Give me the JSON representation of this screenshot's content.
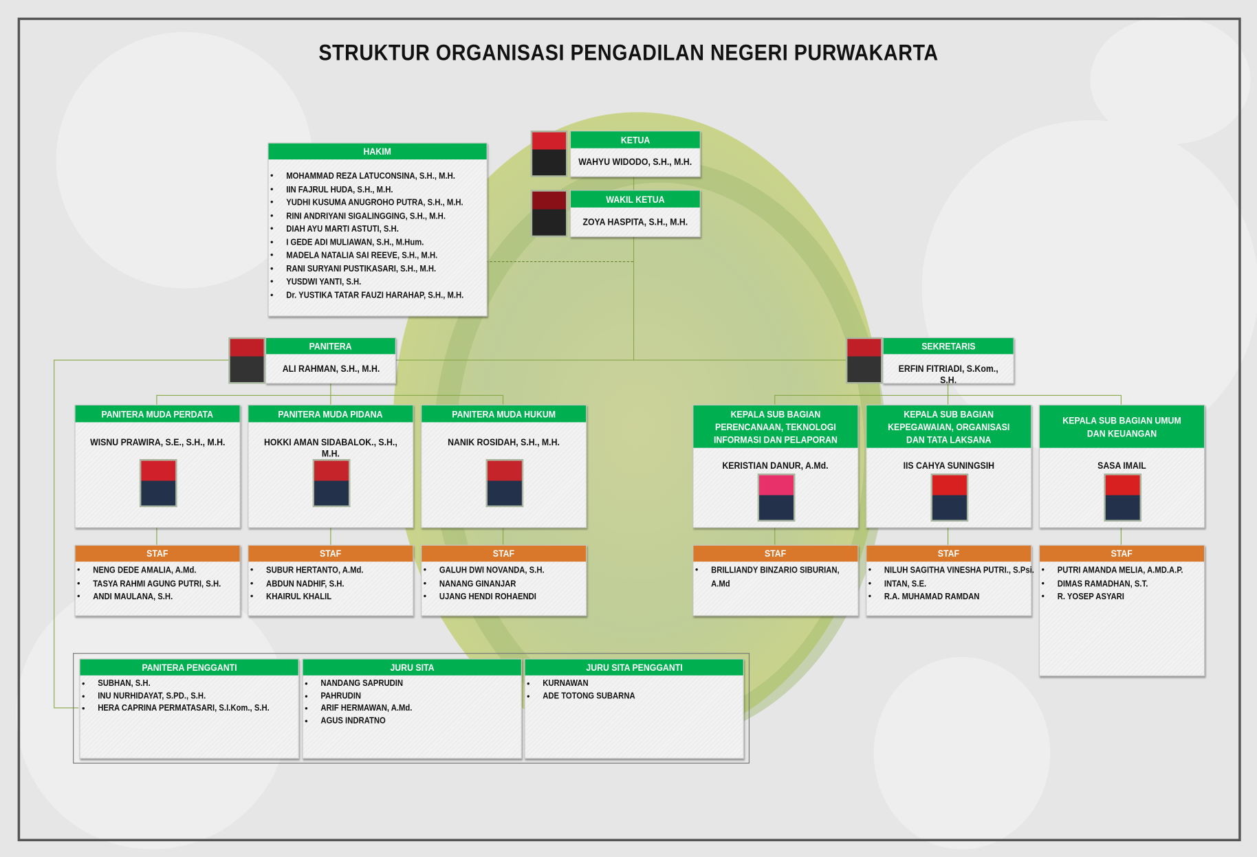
{
  "title": "STRUKTUR ORGANISASI PENGADILAN NEGERI PURWAKARTA",
  "colors": {
    "green_header": "#00b050",
    "orange_header": "#d9782b",
    "line": "#8aa84a"
  },
  "hakim": {
    "label": "HAKIM",
    "members": [
      "MOHAMMAD REZA LATUCONSINA, S.H., M.H.",
      "IIN FAJRUL HUDA, S.H., M.H.",
      "YUDHI KUSUMA ANUGROHO PUTRA, S.H., M.H.",
      "RINI ANDRIYANI SIGALINGGING, S.H., M.H.",
      "DIAH AYU MARTI ASTUTI, S.H.",
      "I GEDE ADI MULIAWAN, S.H., M.Hum.",
      "MADELA NATALIA SAI REEVE, S.H., M.H.",
      "RANI SURYANI PUSTIKASARI, S.H., M.H.",
      "YUSDWI YANTI, S.H.",
      "Dr. YUSTIKA TATAR FAUZI HARAHAP, S.H., M.H."
    ]
  },
  "ketua": {
    "label": "KETUA",
    "name": "WAHYU WIDODO, S.H., M.H."
  },
  "wakil_ketua": {
    "label": "WAKIL KETUA",
    "name": "ZOYA HASPITA, S.H., M.H."
  },
  "panitera": {
    "label": "PANITERA",
    "name": "ALI RAHMAN, S.H., M.H."
  },
  "sekretaris": {
    "label": "SEKRETARIS",
    "name": "ERFIN FITRIADI, S.Kom., S.H."
  },
  "units": [
    {
      "label": "PANITERA MUDA PERDATA",
      "name": "WISNU PRAWIRA, S.E., S.H., M.H.",
      "staff_label": "STAF",
      "staff": [
        "NENG DEDE AMALIA, A.Md.",
        "TASYA RAHMI AGUNG PUTRI, S.H.",
        "ANDI MAULANA, S.H."
      ]
    },
    {
      "label": "PANITERA MUDA PIDANA",
      "name": "HOKKI AMAN SIDABALOK., S.H., M.H.",
      "staff_label": "STAF",
      "staff": [
        "SUBUR HERTANTO, A.Md.",
        "ABDUN NADHIF, S.H.",
        "KHAIRUL KHALIL"
      ]
    },
    {
      "label": "PANITERA MUDA HUKUM",
      "name": "NANIK ROSIDAH, S.H., M.H.",
      "staff_label": "STAF",
      "staff": [
        "GALUH DWI NOVANDA, S.H.",
        "NANANG GINANJAR",
        "UJANG HENDI ROHAENDI"
      ]
    },
    {
      "label": "KEPALA SUB BAGIAN PERENCANAAN, TEKNOLOGI INFORMASI DAN PELAPORAN",
      "name": "KERISTIAN DANUR, A.Md.",
      "staff_label": "STAF",
      "staff": [
        "BRILLIANDY BINZARIO SIBURIAN,",
        "A.Md"
      ]
    },
    {
      "label": "KEPALA SUB BAGIAN KEPEGAWAIAN, ORGANISASI DAN TATA LAKSANA",
      "name": "IIS CAHYA SUNINGSIH",
      "staff_label": "STAF",
      "staff": [
        "NILUH SAGITHA VINESHA PUTRI., S.Psi.",
        "INTAN, S.E.",
        "R.A. MUHAMAD RAMDAN"
      ]
    },
    {
      "label": "KEPALA SUB BAGIAN UMUM DAN KEUANGAN",
      "name": "SASA IMAIL",
      "staff_label": "STAF",
      "staff": [
        "PUTRI AMANDA MELIA, A.MD.A.P.",
        "DIMAS RAMADHAN, S.T.",
        "R. YOSEP ASYARI"
      ]
    }
  ],
  "bottom": [
    {
      "label": "PANITERA PENGGANTI",
      "members": [
        "SUBHAN, S.H.",
        "INU NURHIDAYAT, S.PD., S.H.",
        "HERA CAPRINA PERMATASARI, S.I.Kom., S.H."
      ]
    },
    {
      "label": "JURU SITA",
      "members": [
        "NANDANG SAPRUDIN",
        "PAHRUDIN",
        "ARIF HERMAWAN, A.Md.",
        "AGUS INDRATNO"
      ]
    },
    {
      "label": "JURU SITA PENGGANTI",
      "members": [
        "KURNAWAN",
        "ADE TOTONG SUBARNA"
      ]
    }
  ]
}
